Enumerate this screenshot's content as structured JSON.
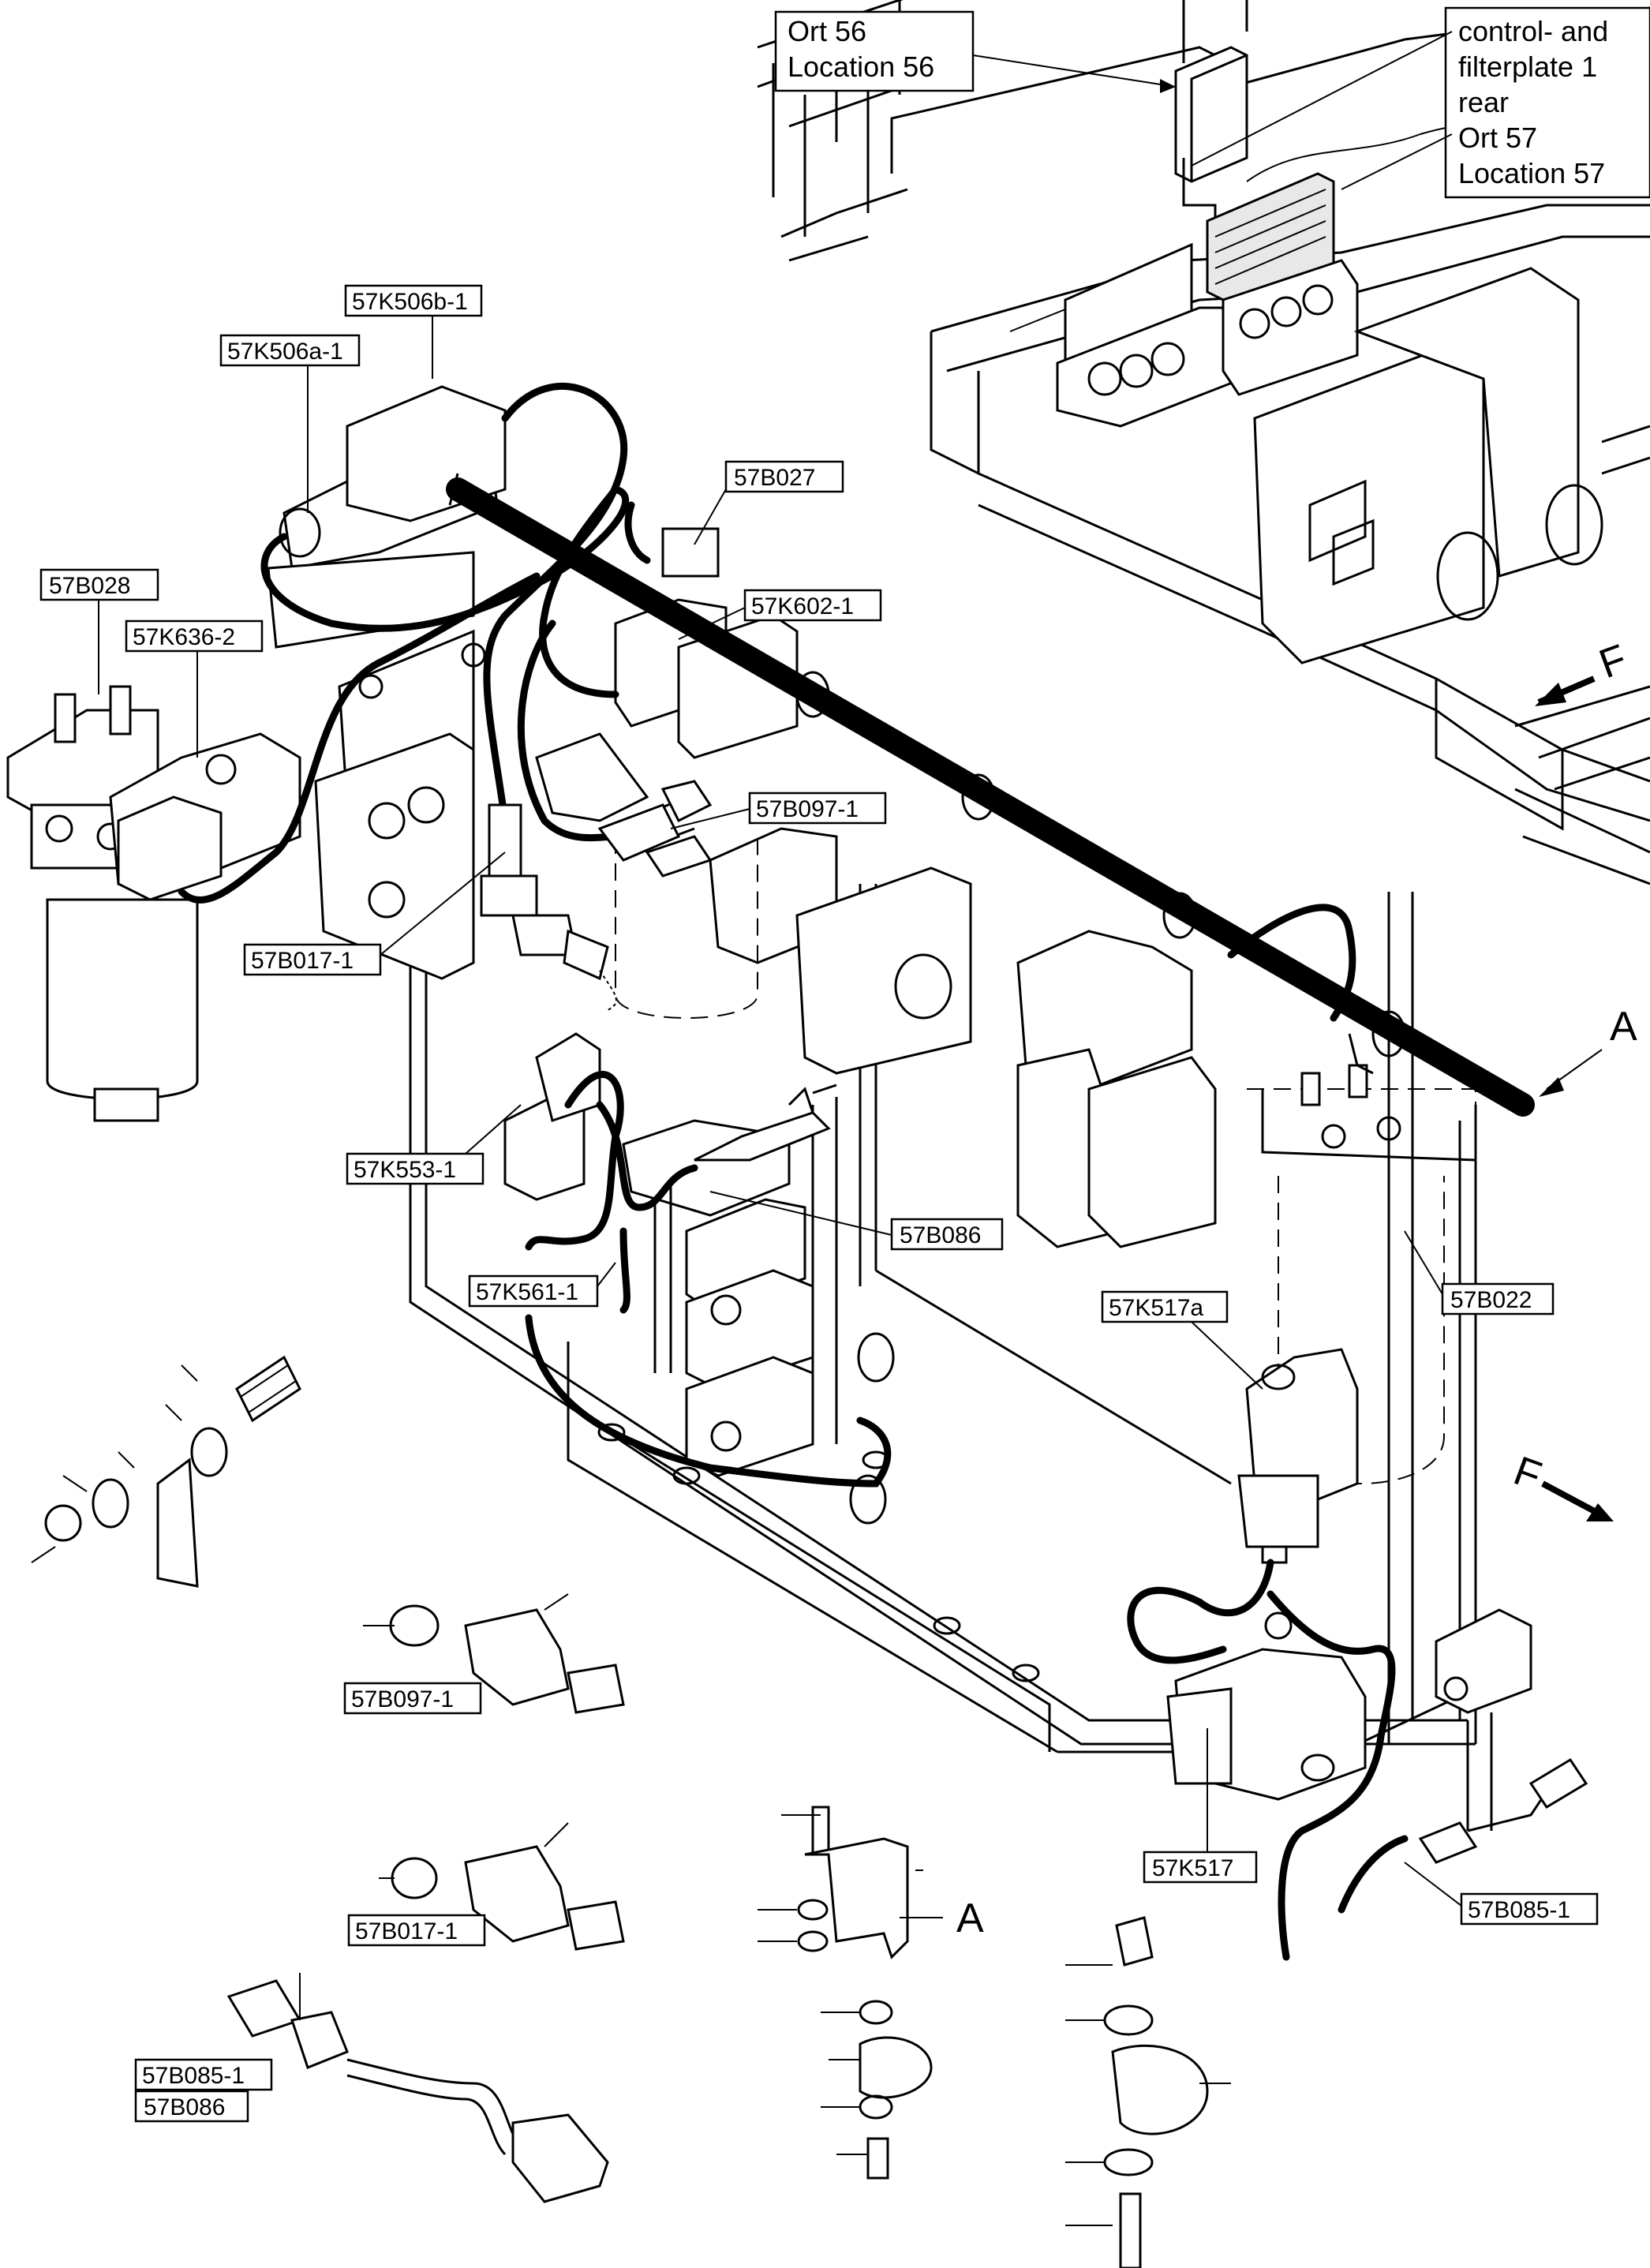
{
  "callouts": {
    "ort56": {
      "line1": "Ort 56",
      "line2": "Location 56"
    },
    "plate": {
      "line1": "control- and",
      "line2": "filterplate 1",
      "line3": "rear",
      "line4": "Ort 57",
      "line5": "Location 57"
    }
  },
  "labels": {
    "k506b_1": "57K506b-1",
    "k506a_1": "57K506a-1",
    "b027": "57B027",
    "b028": "57B028",
    "k602_1": "57K602-1",
    "k636_2": "57K636-2",
    "b097_1_top": "57B097-1",
    "b017_1_top": "57B017-1",
    "k553_1": "57K553-1",
    "b086_top": "57B086",
    "k561_1": "57K561-1",
    "k517a": "57K517a",
    "b022": "57B022",
    "b097_1_detail": "57B097-1",
    "b017_1_detail": "57B017-1",
    "k517": "57K517",
    "b085_1_top": "57B085-1",
    "b085_1_detail": "57B085-1",
    "b086_detail": "57B086"
  },
  "markers": {
    "a_top": "A",
    "a_detail": "A",
    "f_top": "F",
    "f_mid": "F"
  }
}
